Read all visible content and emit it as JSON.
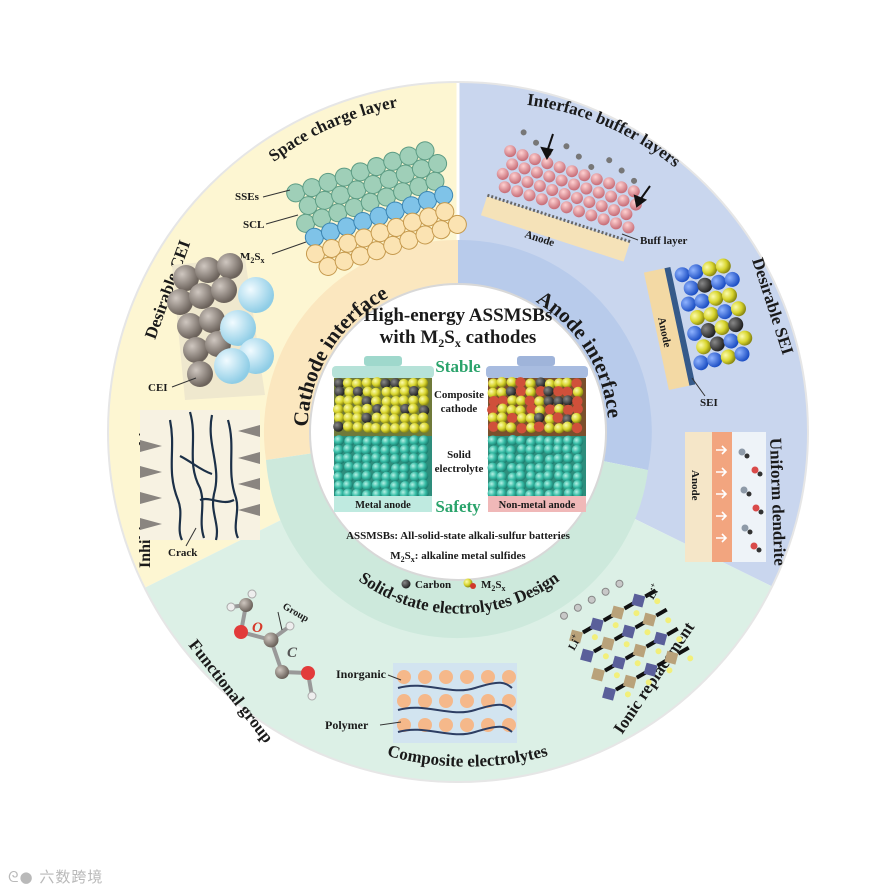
{
  "center": {
    "title_line1": "High-energy ASSMSBs",
    "title_line2_pre": "with M",
    "title_line2_sub1": "2",
    "title_line2_mid": "S",
    "title_line2_sub2": "x",
    "title_line2_post": " cathodes",
    "stable": "Stable",
    "safety": "Safety",
    "composite_cathode_1": "Composite",
    "composite_cathode_2": "cathode",
    "solid_electrolyte_1": "Solid",
    "solid_electrolyte_2": "electrolyte",
    "metal_anode": "Metal anode",
    "non_metal_anode": "Non-metal anode",
    "def1": "ASSMSBs: All-solid-state alkali-sulfur batteries",
    "def2_pre": "M",
    "def2_sub1": "2",
    "def2_mid": "S",
    "def2_sub2": "x",
    "def2_post": ": alkaline metal sulfides",
    "legend_carbon": "Carbon",
    "legend_m2sx_pre": "M",
    "legend_m2sx_sub1": "2",
    "legend_m2sx_mid": "S",
    "legend_m2sx_sub2": "x"
  },
  "inner_ring": {
    "cathode_interface": "Cathode interface",
    "anode_interface": "Anode interface",
    "sse_design": "Solid-state electrolytes Design"
  },
  "outer": {
    "space_charge_layer": "Space charge layer",
    "sses": "SSEs",
    "scl": "SCL",
    "m2sx_pre": "M",
    "m2sx_sub1": "2",
    "m2sx_mid": "S",
    "m2sx_sub2": "x",
    "desirable_cei": "Desirable CEI",
    "cei": "CEI",
    "inhibit_stress_cracking": "Inhibit  stress cracking",
    "crack": "Crack",
    "interface_buffer_layers": "Interface buffer layers",
    "anode": "Anode",
    "buff_layer": "Buff layer",
    "desirable_sei": "Desirable SEI",
    "sei": "SEI",
    "uniform_dendrite": "Uniform dendrite",
    "ionic_replacement": "Ionic replacement",
    "li_plus": "Li",
    "li_sup": "+",
    "functional_group": "Functional group",
    "group": "Group",
    "atom_o": "O",
    "atom_c": "C",
    "inorganic": "Inorganic",
    "polymer": "Polymer",
    "composite_electrolytes": "Composite electrolytes"
  },
  "watermark": "六数跨境",
  "colors": {
    "yellow_sector": "#fdf6d2",
    "blue_sector": "#c9d6ee",
    "green_sector": "#dcf0e6",
    "stable": "#2aa36b",
    "m2sx_yellow": "#e0dc38",
    "sse_teal": "#3dbfa9",
    "anode_pink": "#e9a0a0"
  }
}
